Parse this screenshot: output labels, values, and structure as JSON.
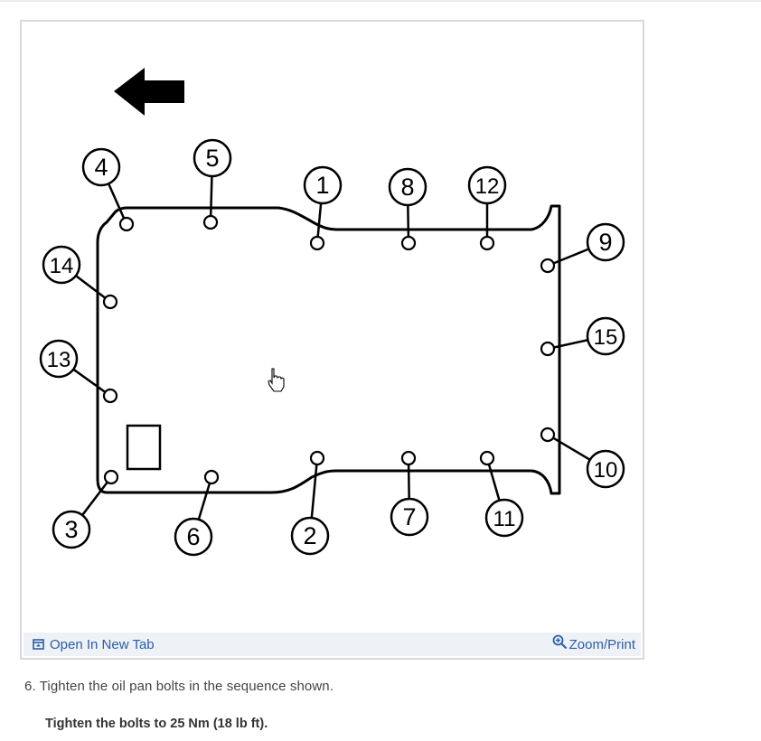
{
  "figure": {
    "bolt_labels": [
      "1",
      "2",
      "3",
      "4",
      "5",
      "6",
      "7",
      "8",
      "9",
      "10",
      "11",
      "12",
      "13",
      "14",
      "15"
    ],
    "icons": {
      "direction_arrow": "left-arrow-icon",
      "cursor": "hand-pointer-icon",
      "open_tab": "open-new-tab-icon",
      "zoom": "zoom-in-icon"
    }
  },
  "toolbar": {
    "open_label": "Open In New Tab",
    "zoom_label": "Zoom/Print",
    "link_color": "#2b5fa8",
    "background": "#eef1f6"
  },
  "content": {
    "step": "6. Tighten the oil pan bolts in the sequence shown.",
    "spec": "Tighten the bolts to 25 Nm (18 lb ft)."
  }
}
